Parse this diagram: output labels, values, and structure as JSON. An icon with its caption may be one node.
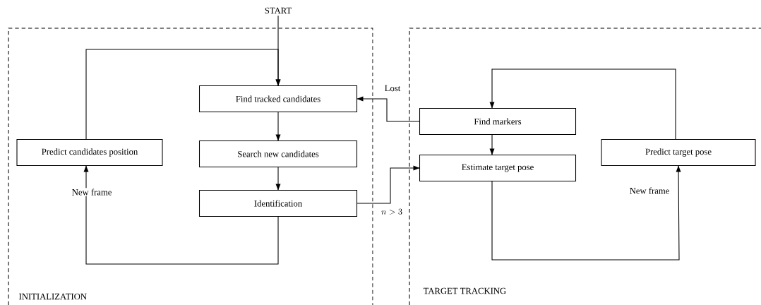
{
  "diagram": {
    "nodes": [
      {
        "text": [
          "START"
        ]
      },
      {
        "text": [
          "INITIALIZATION"
        ]
      },
      {
        "text": [
          "Find tracked candidates"
        ],
        "in": 1
      },
      {
        "text": [
          "Search new candidates"
        ],
        "in": 1
      },
      {
        "text": [
          "Identification"
        ],
        "in": 1
      },
      {
        "text": [
          "Predict candidates position"
        ],
        "in": 1
      },
      {
        "text": [
          "TARGET TRACKING"
        ]
      },
      {
        "text": [
          "Find markers"
        ],
        "in": 6
      },
      {
        "text": [
          "Estimate target pose"
        ],
        "in": 6
      },
      {
        "text": [
          "Predict target pose"
        ],
        "in": 6
      }
    ],
    "edges": [
      {
        "from": 0,
        "to": 2,
        "arrow": "to"
      },
      {
        "from": 5,
        "to": 2,
        "arrow": "to"
      },
      {
        "from": 2,
        "to": 3,
        "arrow": "to"
      },
      {
        "from": 3,
        "to": 4,
        "arrow": "to"
      },
      {
        "from": 4,
        "to": 5,
        "arrow": "to",
        "label": "New frame"
      },
      {
        "from": 7,
        "to": 2,
        "arrow": "to",
        "label": "Lost"
      },
      {
        "from": 4,
        "to": 8,
        "arrow": "to",
        "label": "n > 3"
      },
      {
        "from": 7,
        "to": 8,
        "arrow": "to"
      },
      {
        "from": 8,
        "to": 9,
        "arrow": "to",
        "label": "New frame"
      },
      {
        "from": 9,
        "to": 7,
        "arrow": "to"
      }
    ]
  }
}
